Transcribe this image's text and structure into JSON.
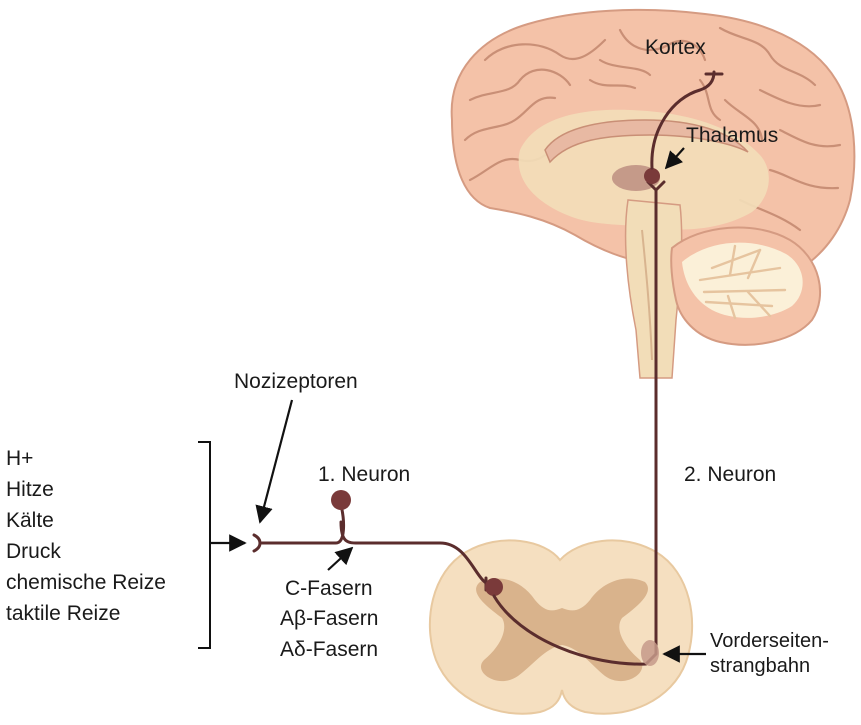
{
  "labels": {
    "kortex": "Kortex",
    "thalamus": "Thalamus",
    "nozizeptoren": "Nozizeptoren",
    "neuron1": "1. Neuron",
    "neuron2": "2. Neuron",
    "vorderseiten_line1": "Vorderseiten-",
    "vorderseiten_line2": "strangbahn"
  },
  "stimuli": [
    "H+",
    "Hitze",
    "Kälte",
    "Druck",
    "chemische Reize",
    "taktile Reize"
  ],
  "fibers": [
    "C-Fasern",
    "Aβ-Fasern",
    "Aδ-Fasern"
  ],
  "colors": {
    "brain": "#f4c2a8",
    "brain_outline": "#d59b82",
    "inner_brain": "#f2ddb8",
    "white_matter": "#f5dfc0",
    "grey_matter": "#d9b38c",
    "thalamus": "#c59a89",
    "cerebellum_white": "#fbf0d8",
    "nerve": "#5b2d2d"
  }
}
